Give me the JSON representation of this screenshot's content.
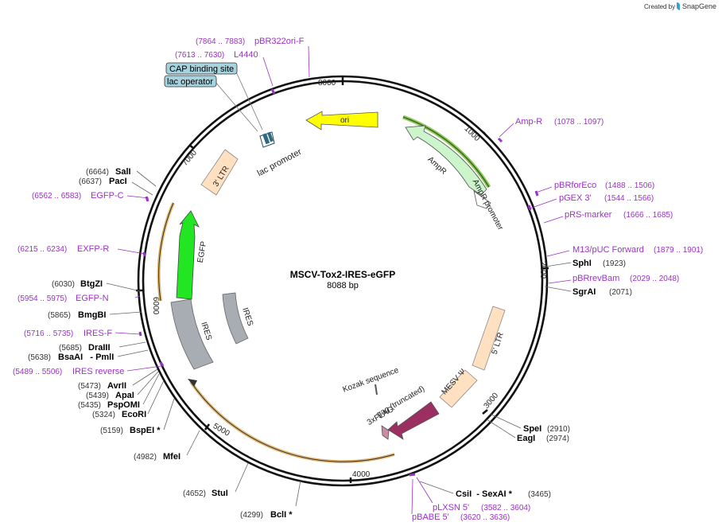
{
  "watermark": "Created by",
  "brand": "SnapGene",
  "plasmid": {
    "name": "MSCV-Tox2-IRES-eGFP",
    "size_label": "8088 bp",
    "length": 8088
  },
  "ticks": [
    "1000",
    "2000",
    "3000",
    "4000",
    "5000",
    "6000",
    "7000",
    "8000"
  ],
  "features": {
    "ori": "ori",
    "ampr_arrow": "AmpR",
    "ampr_promoter": "AmpR promoter",
    "ltr5": "5' LTR",
    "mesv": "MESV Ψ",
    "gag": "gag (truncated)",
    "flag": "3xFLAG",
    "kozak": "Kozak sequence",
    "ires_inner": "IRES",
    "ires_outer": "IRES",
    "egfp": "EGFP",
    "ltr3": "3' LTR",
    "lac_promoter": "lac promoter",
    "cap_box": "CAP binding site",
    "lac_box": "lac operator"
  },
  "primers": {
    "pbr322ori": {
      "pos": "(7864 .. 7883)",
      "name": "pBR322ori-F"
    },
    "l4440": {
      "pos": "(7613 .. 7630)",
      "name": "L4440"
    },
    "ampr": {
      "name": "Amp-R",
      "pos": "(1078 .. 1097)"
    },
    "pbrforeco": {
      "name": "pBRforEco",
      "pos": "(1488 .. 1506)"
    },
    "pgex3": {
      "name": "pGEX 3'",
      "pos": "(1544 .. 1566)"
    },
    "prsmarker": {
      "name": "pRS-marker",
      "pos": "(1666 .. 1685)"
    },
    "m13": {
      "name": "M13/pUC Forward",
      "pos": "(1879 .. 1901)"
    },
    "pbrrevbam": {
      "name": "pBRrevBam",
      "pos": "(2029 .. 2048)"
    },
    "plxsn": {
      "name": "pLXSN 5'",
      "pos": "(3582 .. 3604)"
    },
    "pbabe": {
      "name": "pBABE 5'",
      "pos": "(3620 .. 3636)"
    },
    "egfpc": {
      "pos": "(6562 .. 6583)",
      "name": "EGFP-C"
    },
    "exfpr": {
      "pos": "(6215 .. 6234)",
      "name": "EXFP-R"
    },
    "egfpn": {
      "pos": "(5954 .. 5975)",
      "name": "EGFP-N"
    },
    "iresf": {
      "pos": "(5716 .. 5735)",
      "name": "IRES-F"
    },
    "iresrev": {
      "pos": "(5489 .. 5506)",
      "name": "IRES reverse"
    }
  },
  "enzymes": {
    "sphi": {
      "name": "SphI",
      "pos": "(1923)"
    },
    "sgrai": {
      "name": "SgrAI",
      "pos": "(2071)"
    },
    "spei": {
      "name": "SpeI",
      "pos": "(2910)"
    },
    "eagi": {
      "name": "EagI",
      "pos": "(2974)"
    },
    "csii": {
      "name": "CsiI  - SexAI *",
      "pos": "(3465)"
    },
    "bcli": {
      "pos": "(4299)",
      "name": "BclI *"
    },
    "stui": {
      "pos": "(4652)",
      "name": "StuI"
    },
    "mfei": {
      "pos": "(4982)",
      "name": "MfeI"
    },
    "bspei": {
      "pos": "(5159)",
      "name": "BspEI *"
    },
    "ecori": {
      "pos": "(5324)",
      "name": "EcoRI"
    },
    "pspomi": {
      "pos": "(5435)",
      "name": "PspOMI"
    },
    "apai": {
      "pos": "(5439)",
      "name": "ApaI"
    },
    "avrii": {
      "pos": "(5473)",
      "name": "AvrII"
    },
    "bsaai": {
      "pos": "(5638)",
      "name": "BsaAI   - PmlI"
    },
    "draiii": {
      "pos": "(5685)",
      "name": "DraIII"
    },
    "bmgbi": {
      "pos": "(5865)",
      "name": "BmgBI"
    },
    "btgzi": {
      "pos": "(6030)",
      "name": "BtgZI"
    },
    "paci": {
      "pos": "(6637)",
      "name": "PacI"
    },
    "sali": {
      "pos": "(6664)",
      "name": "SalI"
    }
  },
  "colors": {
    "ori": "#ffff00",
    "ampr": "#ccf5cc",
    "ltr": "#ffe0c0",
    "gag": "#9b2f62",
    "flag": "#d08aa8",
    "ires": "#a8adb4",
    "egfp": "#22e622",
    "primer": "#9b30c8",
    "tag_box": "#a7d3df"
  }
}
